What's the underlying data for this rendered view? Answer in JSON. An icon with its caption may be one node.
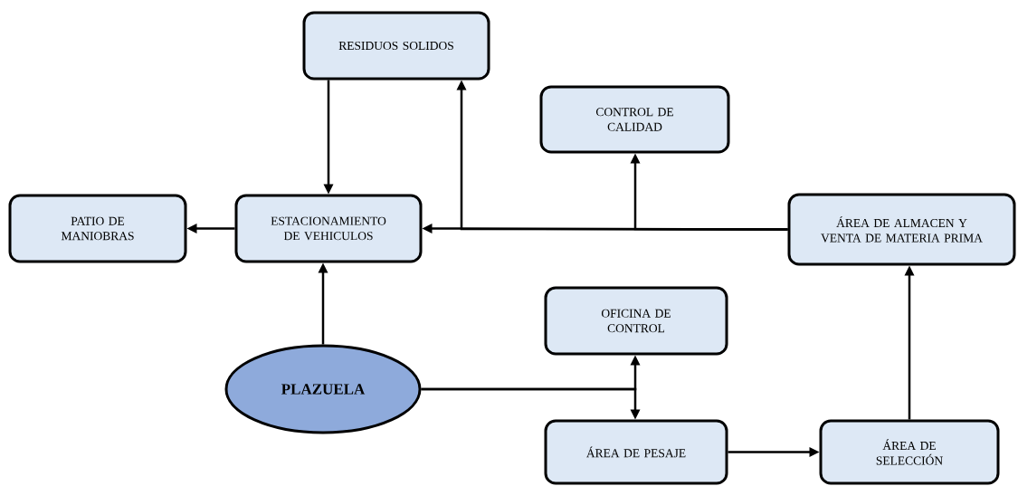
{
  "diagram": {
    "nodes": [
      {
        "text": [
          "RESIDUOS SOLIDOS"
        ]
      },
      {
        "text": [
          "CONTROL DE CALIDAD"
        ]
      },
      {
        "text": [
          "PATIO DE MANIOBRAS"
        ]
      },
      {
        "text": [
          "ESTACIONAMIENTO DE VEHICULOS"
        ]
      },
      {
        "text": [
          "ÁREA DE ALMACEN Y VENTA DE MATERIA PRIMA"
        ]
      },
      {
        "text": [
          "OFICINA DE CONTROL"
        ]
      },
      {
        "text": [
          "PLAZUELA"
        ]
      },
      {
        "text": [
          "ÁREA DE PESAJE"
        ]
      },
      {
        "text": [
          "ÁREA DE SELECCIÓN"
        ]
      }
    ],
    "edges": [
      {
        "from": 0,
        "to": 3,
        "arrow": "to"
      },
      {
        "from": 3,
        "to": 2,
        "arrow": "to"
      },
      {
        "from": 4,
        "to": 3,
        "arrow": "to"
      },
      {
        "from": 4,
        "to": 0,
        "arrow": "to"
      },
      {
        "from": 4,
        "to": 1,
        "arrow": "to"
      },
      {
        "from": 6,
        "to": 3,
        "arrow": "to"
      },
      {
        "from": 6,
        "to": 5,
        "arrow": "to"
      },
      {
        "from": 6,
        "to": 7,
        "arrow": "to"
      },
      {
        "from": 7,
        "to": 8,
        "arrow": "to"
      },
      {
        "from": 8,
        "to": 4,
        "arrow": "to"
      }
    ]
  }
}
